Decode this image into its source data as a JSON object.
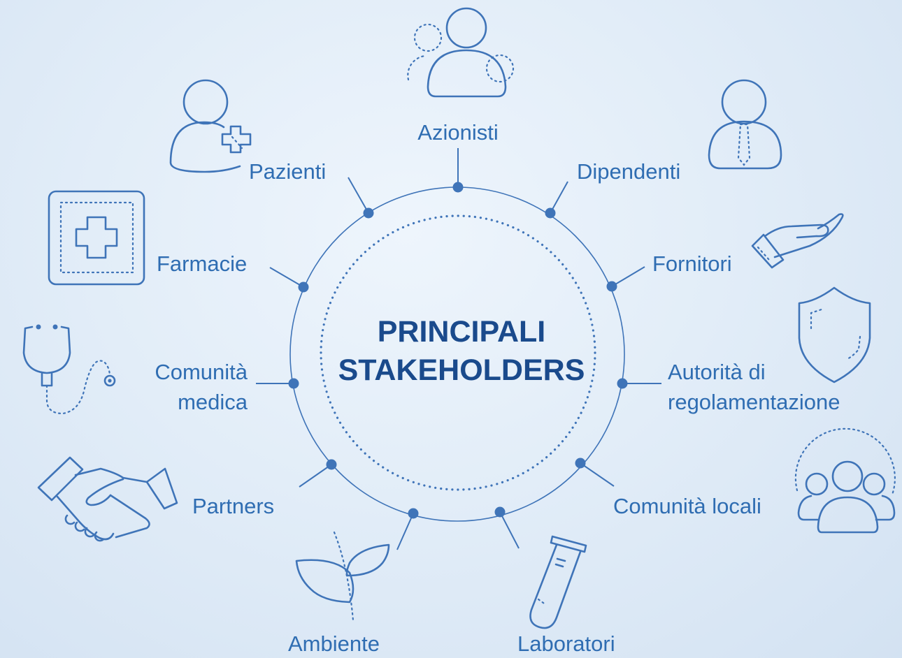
{
  "center": {
    "line1": "PRINCIPALI",
    "line2": "STAKEHOLDERS"
  },
  "stakeholders": {
    "azionisti": "Azionisti",
    "dipendenti": "Dipendenti",
    "fornitori": "Fornitori",
    "autorita_line1": "Autorità di",
    "autorita_line2": "regolamentazione",
    "comunita_locali": "Comunità locali",
    "laboratori": "Laboratori",
    "ambiente": "Ambiente",
    "partners": "Partners",
    "comunita_medica_line1": "Comunità",
    "comunita_medica_line2": "medica",
    "farmacie": "Farmacie",
    "pazienti": "Pazienti"
  },
  "colors": {
    "accent": "#3f74b8",
    "title": "#1a4a8c",
    "label": "#2f6db2"
  },
  "icons": [
    "group-people-icon",
    "employee-tie-icon",
    "hand-icon",
    "shield-icon",
    "community-icon",
    "test-tube-icon",
    "plant-icon",
    "handshake-icon",
    "stethoscope-icon",
    "pharmacy-cross-icon",
    "patient-icon"
  ]
}
